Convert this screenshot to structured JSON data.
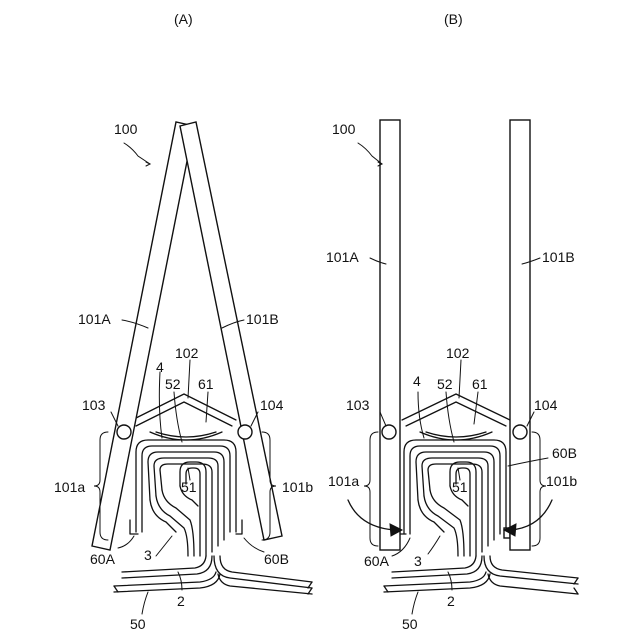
{
  "panels": [
    {
      "id": "A",
      "title": "(A)",
      "labels": {
        "assembly": "100",
        "arm_left": "101A",
        "arm_right": "101B",
        "apex": "102",
        "pin_left": "103",
        "pin_right": "104",
        "holder": "4",
        "inner": "52",
        "cap": "61",
        "core": "51",
        "range_left": "101a",
        "range_right": "101b",
        "seal_left": "60A",
        "seal_right": "60B",
        "strip": "3",
        "base": "2",
        "substrate": "50"
      }
    },
    {
      "id": "B",
      "title": "(B)",
      "labels": {
        "assembly": "100",
        "arm_left": "101A",
        "arm_right": "101B",
        "apex": "102",
        "pin_left": "103",
        "pin_right": "104",
        "holder": "4",
        "inner": "52",
        "cap": "61",
        "core": "51",
        "range_left": "101a",
        "range_right": "101b",
        "seal_left": "60A",
        "seal_right": "60B",
        "strip": "3",
        "base": "2",
        "substrate": "50"
      }
    }
  ],
  "colors": {
    "line": "#111111",
    "background": "#ffffff"
  }
}
